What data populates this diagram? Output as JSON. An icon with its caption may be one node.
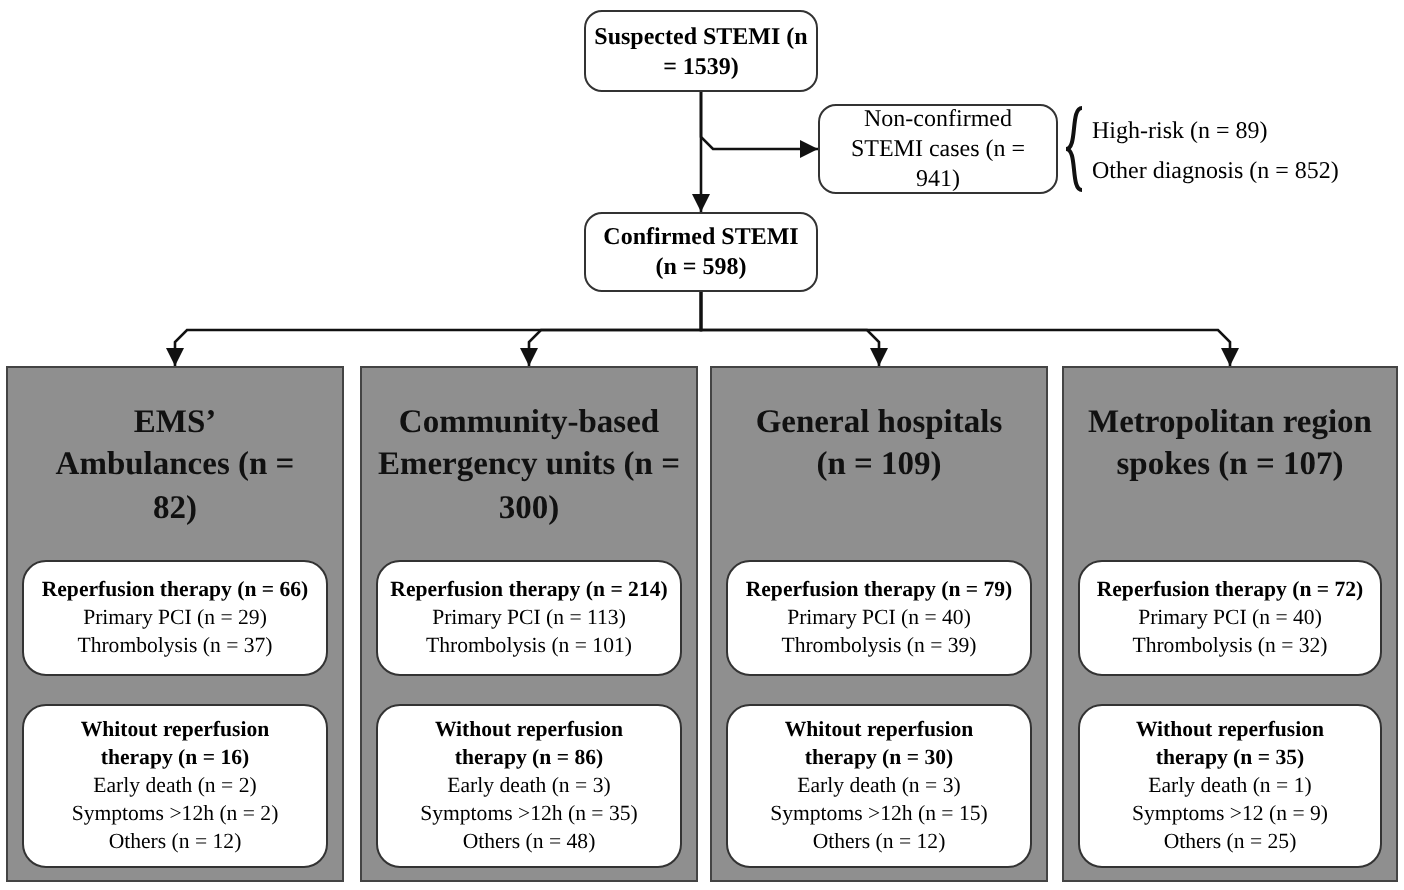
{
  "diagram": {
    "nodes": [
      {
        "text": [
          "Suspected STEMI (n = 1539)"
        ]
      },
      {
        "text": [
          "Non-confirmed STEMI cases (n = 941)"
        ],
        "beside": [
          "High-risk (n = 89)",
          "Other diagnosis (n = 852)"
        ]
      },
      {
        "text": [
          "Confirmed STEMI (n = 598)"
        ]
      },
      {
        "text": [
          "EMS’ Ambulances (n = 82)"
        ]
      },
      {
        "text": [
          "Reperfusion therapy (n = 66)",
          "Primary PCI (n = 29)",
          "Thrombolysis (n = 37)"
        ],
        "in": 3
      },
      {
        "text": [
          "Whitout reperfusion therapy (n = 16)",
          "Early death (n = 2)",
          "Symptoms >12h (n = 2)",
          "Others (n = 12)"
        ],
        "in": 3
      },
      {
        "text": [
          "Community-based Emergency units (n = 300)"
        ]
      },
      {
        "text": [
          "Reperfusion therapy (n = 214)",
          "Primary PCI (n = 113)",
          "Thrombolysis (n = 101)"
        ],
        "in": 6
      },
      {
        "text": [
          "Without reperfusion therapy (n = 86)",
          "Early death (n = 3)",
          "Symptoms >12h (n = 35)",
          "Others (n = 48)"
        ],
        "in": 6
      },
      {
        "text": [
          "General hospitals (n = 109)"
        ]
      },
      {
        "text": [
          "Reperfusion therapy (n = 79)",
          "Primary PCI (n = 40)",
          "Thrombolysis (n = 39)"
        ],
        "in": 9
      },
      {
        "text": [
          "Whitout reperfusion therapy (n = 30)",
          "Early death (n = 3)",
          "Symptoms >12h (n = 15)",
          "Others (n = 12)"
        ],
        "in": 9
      },
      {
        "text": [
          "Metropolitan region spokes (n = 107)"
        ]
      },
      {
        "text": [
          "Reperfusion therapy (n = 72)",
          "Primary PCI (n = 40)",
          "Thrombolysis (n = 32)"
        ],
        "in": 12
      },
      {
        "text": [
          "Without reperfusion therapy (n = 35)",
          "Early death (n = 1)",
          "Symptoms >12 (n = 9)",
          "Others (n = 25)"
        ],
        "in": 12
      }
    ],
    "edges": [
      {
        "from": 0,
        "to": 2,
        "arrow": "to"
      },
      {
        "from": 0,
        "to": 1,
        "arrow": "to"
      },
      {
        "from": 2,
        "to": 3,
        "arrow": "to"
      },
      {
        "from": 2,
        "to": 6,
        "arrow": "to"
      },
      {
        "from": 2,
        "to": 9,
        "arrow": "to"
      },
      {
        "from": 2,
        "to": 12,
        "arrow": "to"
      }
    ]
  }
}
